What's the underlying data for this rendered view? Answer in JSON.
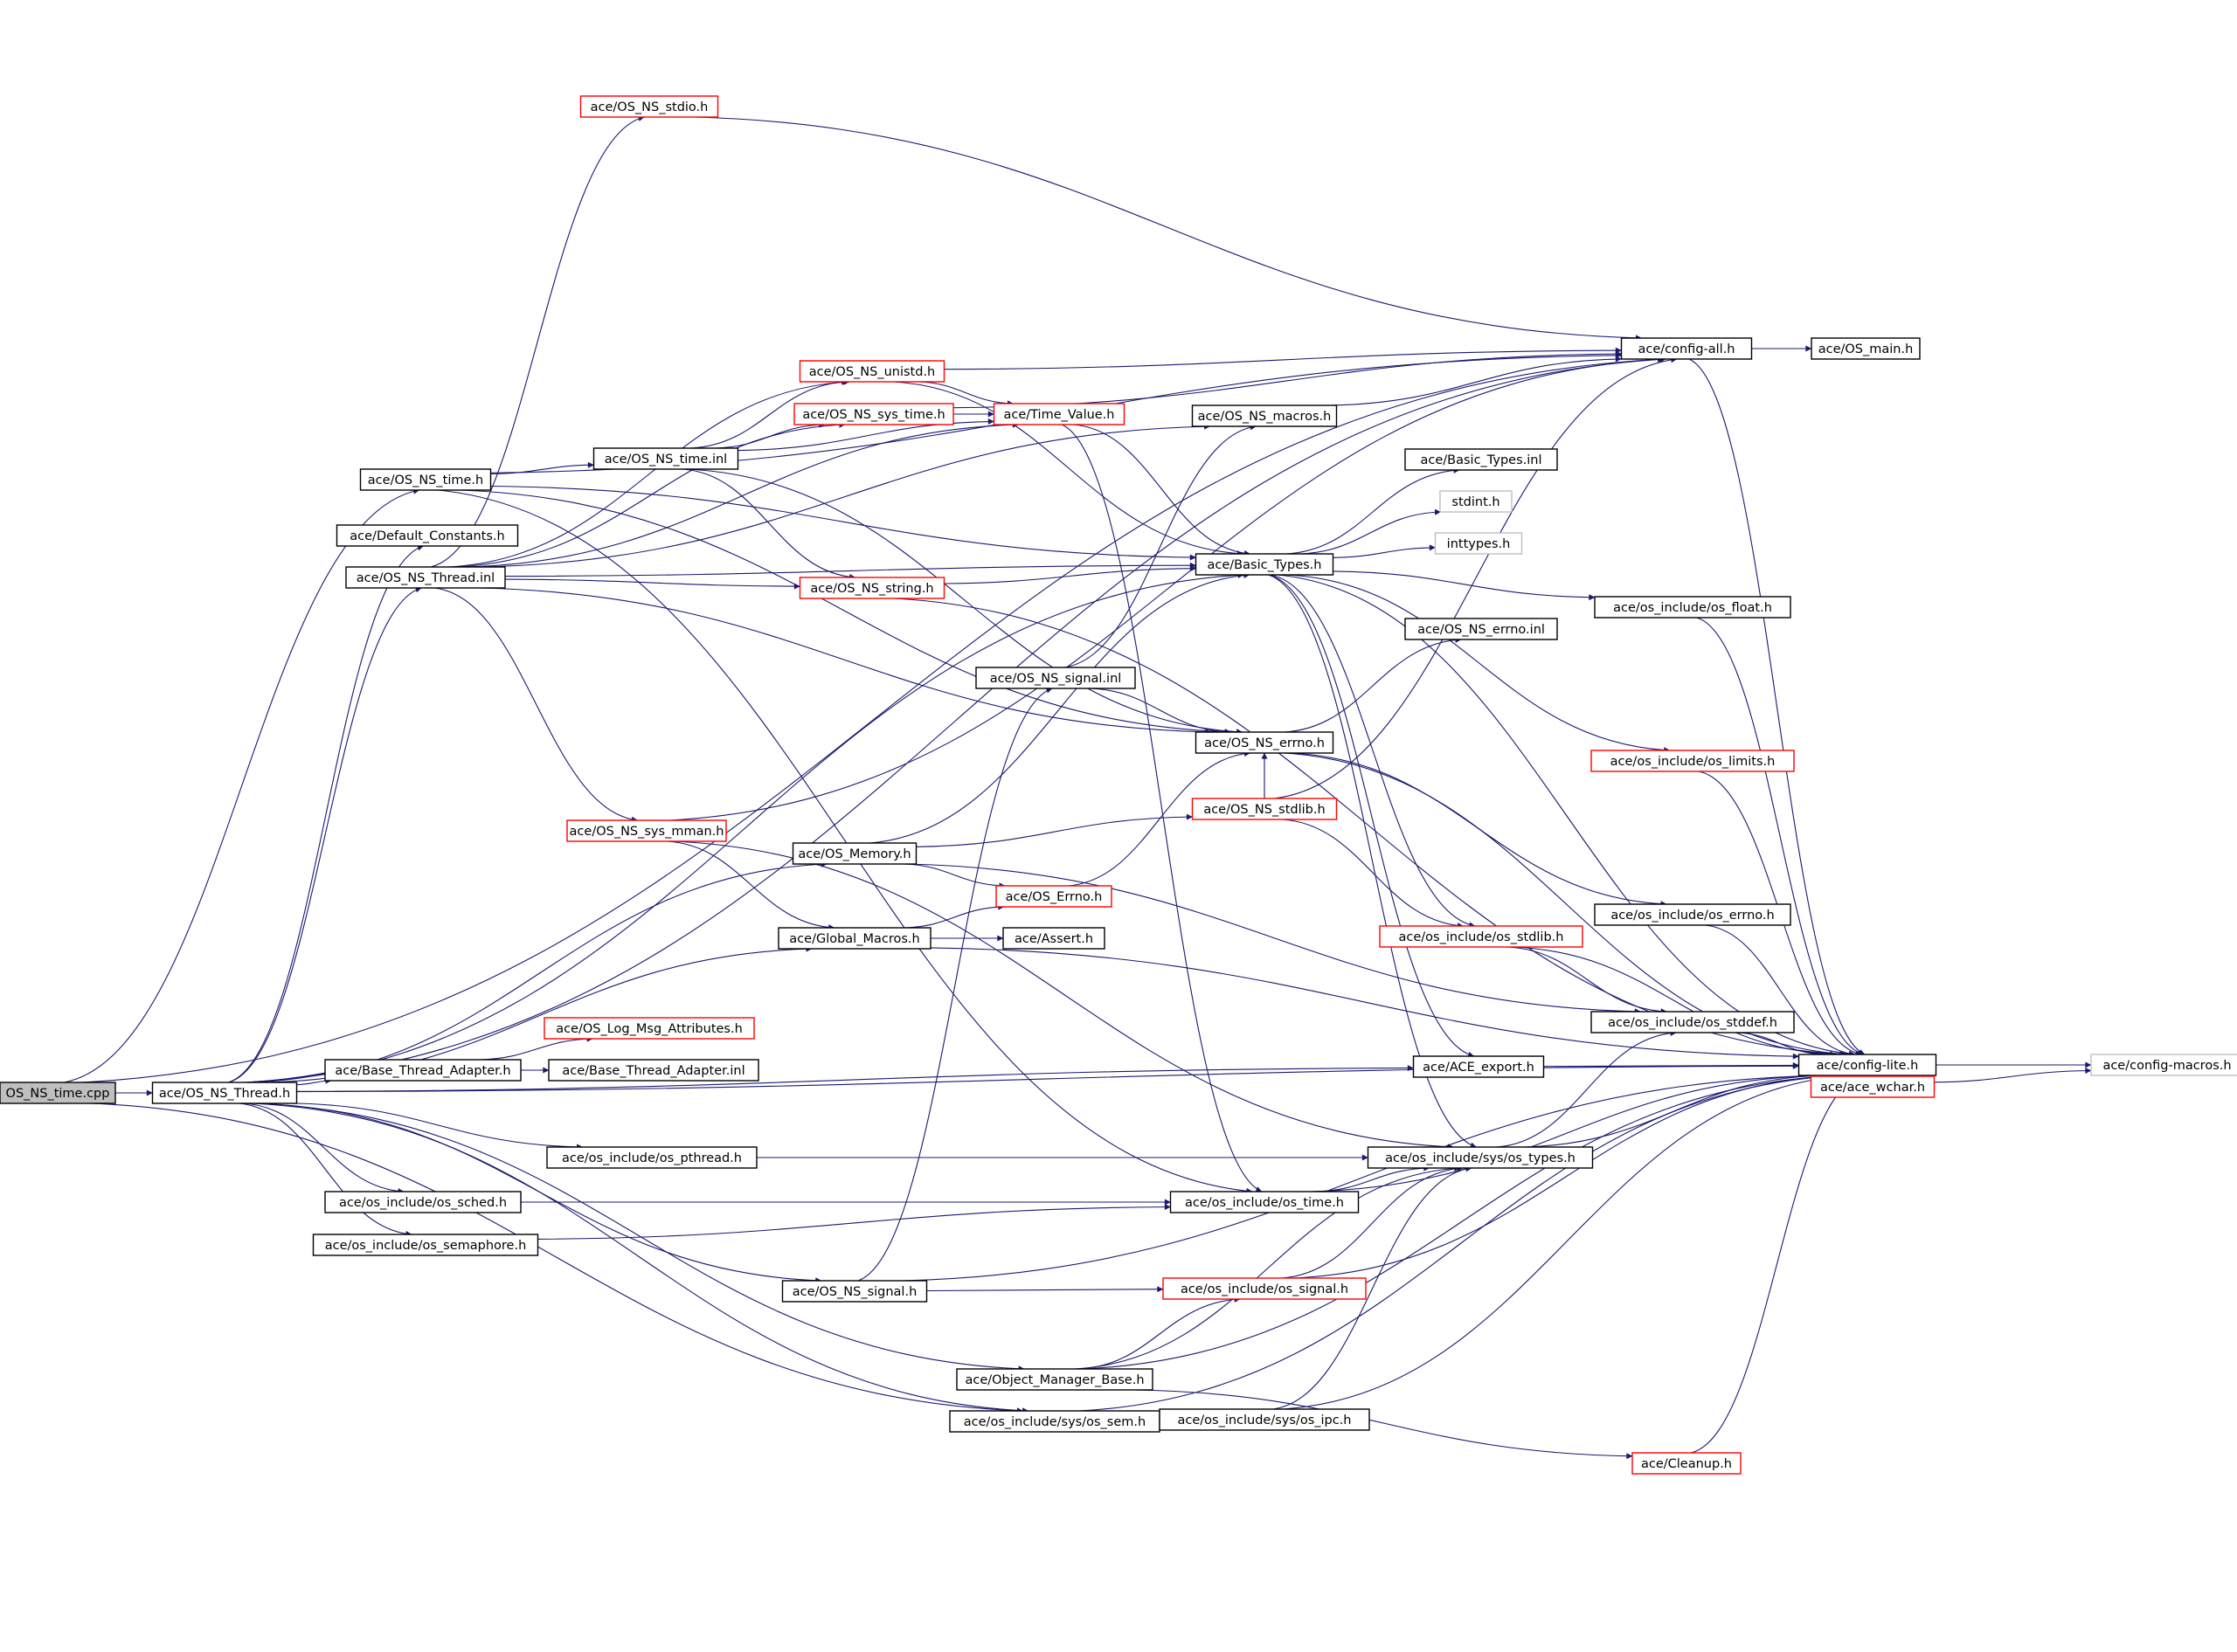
{
  "colors": {
    "edge": "#191970",
    "root_fill": "#bfbfbf",
    "border_normal": "#000000",
    "border_red": "#ff0000",
    "border_gray": "#bfbfbf"
  },
  "nodes": [
    {
      "id": "os_ns_time_cpp",
      "label": "OS_NS_time.cpp",
      "style": "root"
    },
    {
      "id": "os_ns_thread_h",
      "label": "ace/OS_NS_Thread.h",
      "style": "normal"
    },
    {
      "id": "os_ns_time_h",
      "label": "ace/OS_NS_time.h",
      "style": "normal"
    },
    {
      "id": "default_constants_h",
      "label": "ace/Default_Constants.h",
      "style": "normal"
    },
    {
      "id": "os_ns_thread_inl",
      "label": "ace/OS_NS_Thread.inl",
      "style": "normal"
    },
    {
      "id": "os_ns_stdio_h",
      "label": "ace/OS_NS_stdio.h",
      "style": "red"
    },
    {
      "id": "os_ns_unistd_h",
      "label": "ace/OS_NS_unistd.h",
      "style": "red"
    },
    {
      "id": "os_ns_sys_time_h",
      "label": "ace/OS_NS_sys_time.h",
      "style": "red"
    },
    {
      "id": "time_value_h",
      "label": "ace/Time_Value.h",
      "style": "red"
    },
    {
      "id": "os_ns_time_inl",
      "label": "ace/OS_NS_time.inl",
      "style": "normal"
    },
    {
      "id": "os_ns_string_h",
      "label": "ace/OS_NS_string.h",
      "style": "red"
    },
    {
      "id": "os_ns_sys_mman_h",
      "label": "ace/OS_NS_sys_mman.h",
      "style": "red"
    },
    {
      "id": "os_memory_h",
      "label": "ace/OS_Memory.h",
      "style": "normal"
    },
    {
      "id": "os_errno_h",
      "label": "ace/OS_Errno.h",
      "style": "red"
    },
    {
      "id": "global_macros_h",
      "label": "ace/Global_Macros.h",
      "style": "normal"
    },
    {
      "id": "assert_h",
      "label": "ace/Assert.h",
      "style": "normal"
    },
    {
      "id": "os_log_msg_attributes_h",
      "label": "ace/OS_Log_Msg_Attributes.h",
      "style": "red"
    },
    {
      "id": "base_thread_adapter_h",
      "label": "ace/Base_Thread_Adapter.h",
      "style": "normal"
    },
    {
      "id": "base_thread_adapter_inl",
      "label": "ace/Base_Thread_Adapter.inl",
      "style": "normal"
    },
    {
      "id": "os_pthread_h",
      "label": "ace/os_include/os_pthread.h",
      "style": "normal"
    },
    {
      "id": "os_sched_h",
      "label": "ace/os_include/os_sched.h",
      "style": "normal"
    },
    {
      "id": "os_semaphore_h",
      "label": "ace/os_include/os_semaphore.h",
      "style": "normal"
    },
    {
      "id": "os_ns_signal_h",
      "label": "ace/OS_NS_signal.h",
      "style": "normal"
    },
    {
      "id": "object_manager_base_h",
      "label": "ace/Object_Manager_Base.h",
      "style": "normal"
    },
    {
      "id": "sys_os_sem_h",
      "label": "ace/os_include/sys/os_sem.h",
      "style": "normal"
    },
    {
      "id": "os_ns_signal_inl",
      "label": "ace/OS_NS_signal.inl",
      "style": "normal"
    },
    {
      "id": "os_ns_macros_h",
      "label": "ace/OS_NS_macros.h",
      "style": "normal"
    },
    {
      "id": "basic_types_h",
      "label": "ace/Basic_Types.h",
      "style": "normal"
    },
    {
      "id": "os_ns_errno_h",
      "label": "ace/OS_NS_errno.h",
      "style": "normal"
    },
    {
      "id": "os_ns_stdlib_h",
      "label": "ace/OS_NS_stdlib.h",
      "style": "red"
    },
    {
      "id": "os_time_h",
      "label": "ace/os_include/os_time.h",
      "style": "normal"
    },
    {
      "id": "os_signal_h",
      "label": "ace/os_include/os_signal.h",
      "style": "red"
    },
    {
      "id": "sys_os_ipc_h",
      "label": "ace/os_include/sys/os_ipc.h",
      "style": "normal"
    },
    {
      "id": "basic_types_inl",
      "label": "ace/Basic_Types.inl",
      "style": "normal"
    },
    {
      "id": "stdint_h",
      "label": "stdint.h",
      "style": "gray"
    },
    {
      "id": "inttypes_h",
      "label": "inttypes.h",
      "style": "gray"
    },
    {
      "id": "os_ns_errno_inl",
      "label": "ace/OS_NS_errno.inl",
      "style": "normal"
    },
    {
      "id": "os_stdlib_h",
      "label": "ace/os_include/os_stdlib.h",
      "style": "red"
    },
    {
      "id": "ace_export_h",
      "label": "ace/ACE_export.h",
      "style": "normal"
    },
    {
      "id": "sys_os_types_h",
      "label": "ace/os_include/sys/os_types.h",
      "style": "normal"
    },
    {
      "id": "config_all_h",
      "label": "ace/config-all.h",
      "style": "normal"
    },
    {
      "id": "os_main_h",
      "label": "ace/OS_main.h",
      "style": "normal"
    },
    {
      "id": "os_float_h",
      "label": "ace/os_include/os_float.h",
      "style": "normal"
    },
    {
      "id": "os_limits_h",
      "label": "ace/os_include/os_limits.h",
      "style": "red"
    },
    {
      "id": "os_errno_inc_h",
      "label": "ace/os_include/os_errno.h",
      "style": "normal"
    },
    {
      "id": "os_stddef_h",
      "label": "ace/os_include/os_stddef.h",
      "style": "normal"
    },
    {
      "id": "cleanup_h",
      "label": "ace/Cleanup.h",
      "style": "red"
    },
    {
      "id": "config_lite_h",
      "label": "ace/config-lite.h",
      "style": "normal"
    },
    {
      "id": "ace_wchar_h",
      "label": "ace/ace_wchar.h",
      "style": "red"
    },
    {
      "id": "config_macros_h",
      "label": "ace/config-macros.h",
      "style": "gray"
    }
  ],
  "edges": [
    [
      "os_ns_time_cpp",
      "os_ns_thread_h"
    ],
    [
      "os_ns_time_cpp",
      "os_ns_time_h"
    ],
    [
      "os_ns_time_cpp",
      "config_all_h"
    ],
    [
      "os_ns_time_cpp",
      "sys_os_sem_h"
    ],
    [
      "os_ns_thread_h",
      "os_ns_thread_inl"
    ],
    [
      "os_ns_thread_h",
      "default_constants_h"
    ],
    [
      "os_ns_thread_h",
      "config_all_h"
    ],
    [
      "os_ns_thread_h",
      "basic_types_h"
    ],
    [
      "os_ns_thread_h",
      "os_memory_h"
    ],
    [
      "os_ns_thread_h",
      "global_macros_h"
    ],
    [
      "os_ns_thread_h",
      "base_thread_adapter_h"
    ],
    [
      "os_ns_thread_h",
      "ace_export_h"
    ],
    [
      "os_ns_thread_h",
      "os_pthread_h"
    ],
    [
      "os_ns_thread_h",
      "os_sched_h"
    ],
    [
      "os_ns_thread_h",
      "os_semaphore_h"
    ],
    [
      "os_ns_thread_h",
      "os_ns_signal_h"
    ],
    [
      "os_ns_thread_h",
      "object_manager_base_h"
    ],
    [
      "os_ns_thread_h",
      "sys_os_sem_h"
    ],
    [
      "os_ns_thread_h",
      "config_lite_h"
    ],
    [
      "os_ns_time_h",
      "os_ns_time_inl"
    ],
    [
      "os_ns_time_h",
      "config_all_h"
    ],
    [
      "os_ns_time_h",
      "basic_types_h"
    ],
    [
      "os_ns_time_h",
      "os_ns_errno_h"
    ],
    [
      "os_ns_time_h",
      "os_time_h"
    ],
    [
      "os_ns_thread_inl",
      "os_ns_stdio_h"
    ],
    [
      "os_ns_thread_inl",
      "os_ns_unistd_h"
    ],
    [
      "os_ns_thread_inl",
      "os_ns_sys_time_h"
    ],
    [
      "os_ns_thread_inl",
      "time_value_h"
    ],
    [
      "os_ns_thread_inl",
      "os_ns_macros_h"
    ],
    [
      "os_ns_thread_inl",
      "os_ns_string_h"
    ],
    [
      "os_ns_thread_inl",
      "os_ns_errno_h"
    ],
    [
      "os_ns_thread_inl",
      "os_ns_sys_mman_h"
    ],
    [
      "os_ns_thread_inl",
      "basic_types_h"
    ],
    [
      "os_ns_stdio_h",
      "config_all_h"
    ],
    [
      "os_ns_unistd_h",
      "time_value_h"
    ],
    [
      "os_ns_unistd_h",
      "basic_types_h"
    ],
    [
      "os_ns_unistd_h",
      "config_all_h"
    ],
    [
      "os_ns_sys_time_h",
      "time_value_h"
    ],
    [
      "os_ns_sys_time_h",
      "config_all_h"
    ],
    [
      "time_value_h",
      "basic_types_h"
    ],
    [
      "time_value_h",
      "os_time_h"
    ],
    [
      "os_ns_time_inl",
      "os_ns_unistd_h"
    ],
    [
      "os_ns_time_inl",
      "os_ns_sys_time_h"
    ],
    [
      "os_ns_time_inl",
      "time_value_h"
    ],
    [
      "os_ns_time_inl",
      "os_ns_string_h"
    ],
    [
      "os_ns_time_inl",
      "os_ns_errno_h"
    ],
    [
      "os_ns_string_h",
      "basic_types_h"
    ],
    [
      "os_ns_string_h",
      "config_lite_h"
    ],
    [
      "os_ns_sys_mman_h",
      "config_all_h"
    ],
    [
      "os_ns_sys_mman_h",
      "global_macros_h"
    ],
    [
      "os_ns_sys_mman_h",
      "sys_os_types_h"
    ],
    [
      "os_memory_h",
      "basic_types_h"
    ],
    [
      "os_memory_h",
      "os_ns_stdlib_h"
    ],
    [
      "os_memory_h",
      "os_errno_h"
    ],
    [
      "os_memory_h",
      "os_stddef_h"
    ],
    [
      "os_errno_h",
      "os_ns_errno_h"
    ],
    [
      "global_macros_h",
      "os_errno_h"
    ],
    [
      "global_macros_h",
      "assert_h"
    ],
    [
      "global_macros_h",
      "config_lite_h"
    ],
    [
      "base_thread_adapter_h",
      "os_log_msg_attributes_h"
    ],
    [
      "base_thread_adapter_h",
      "base_thread_adapter_inl"
    ],
    [
      "os_pthread_h",
      "sys_os_types_h"
    ],
    [
      "os_sched_h",
      "os_time_h"
    ],
    [
      "os_semaphore_h",
      "os_time_h"
    ],
    [
      "os_ns_signal_h",
      "os_ns_signal_inl"
    ],
    [
      "os_ns_signal_h",
      "os_signal_h"
    ],
    [
      "os_ns_signal_h",
      "config_lite_h"
    ],
    [
      "os_ns_signal_inl",
      "os_ns_macros_h"
    ],
    [
      "os_ns_signal_inl",
      "os_ns_errno_h"
    ],
    [
      "object_manager_base_h",
      "os_signal_h"
    ],
    [
      "object_manager_base_h",
      "sys_os_types_h"
    ],
    [
      "object_manager_base_h",
      "config_lite_h"
    ],
    [
      "object_manager_base_h",
      "cleanup_h"
    ],
    [
      "sys_os_sem_h",
      "sys_os_ipc_h"
    ],
    [
      "sys_os_sem_h",
      "config_lite_h"
    ],
    [
      "os_ns_macros_h",
      "config_all_h"
    ],
    [
      "basic_types_h",
      "basic_types_inl"
    ],
    [
      "basic_types_h",
      "stdint_h"
    ],
    [
      "basic_types_h",
      "inttypes_h"
    ],
    [
      "basic_types_h",
      "os_float_h"
    ],
    [
      "basic_types_h",
      "os_limits_h"
    ],
    [
      "basic_types_h",
      "os_stdlib_h"
    ],
    [
      "basic_types_h",
      "ace_export_h"
    ],
    [
      "basic_types_h",
      "sys_os_types_h"
    ],
    [
      "basic_types_h",
      "config_lite_h"
    ],
    [
      "os_ns_errno_h",
      "os_ns_errno_inl"
    ],
    [
      "os_ns_errno_h",
      "os_errno_inc_h"
    ],
    [
      "os_ns_errno_h",
      "config_lite_h"
    ],
    [
      "os_ns_stdlib_h",
      "os_ns_errno_h"
    ],
    [
      "os_ns_stdlib_h",
      "os_stdlib_h"
    ],
    [
      "os_ns_stdlib_h",
      "config_all_h"
    ],
    [
      "os_time_h",
      "sys_os_types_h"
    ],
    [
      "os_time_h",
      "config_lite_h"
    ],
    [
      "os_signal_h",
      "sys_os_types_h"
    ],
    [
      "os_signal_h",
      "config_lite_h"
    ],
    [
      "sys_os_ipc_h",
      "sys_os_types_h"
    ],
    [
      "sys_os_ipc_h",
      "config_lite_h"
    ],
    [
      "os_stdlib_h",
      "os_stddef_h"
    ],
    [
      "os_stdlib_h",
      "config_lite_h"
    ],
    [
      "ace_export_h",
      "config_lite_h"
    ],
    [
      "sys_os_types_h",
      "os_stddef_h"
    ],
    [
      "sys_os_types_h",
      "config_lite_h"
    ],
    [
      "config_all_h",
      "os_main_h"
    ],
    [
      "config_all_h",
      "config_lite_h"
    ],
    [
      "os_float_h",
      "config_lite_h"
    ],
    [
      "os_limits_h",
      "config_lite_h"
    ],
    [
      "os_errno_inc_h",
      "config_lite_h"
    ],
    [
      "os_stddef_h",
      "config_lite_h"
    ],
    [
      "cleanup_h",
      "config_lite_h"
    ],
    [
      "config_lite_h",
      "ace_wchar_h"
    ],
    [
      "config_lite_h",
      "config_macros_h"
    ],
    [
      "ace_wchar_h",
      "config_macros_h"
    ]
  ]
}
